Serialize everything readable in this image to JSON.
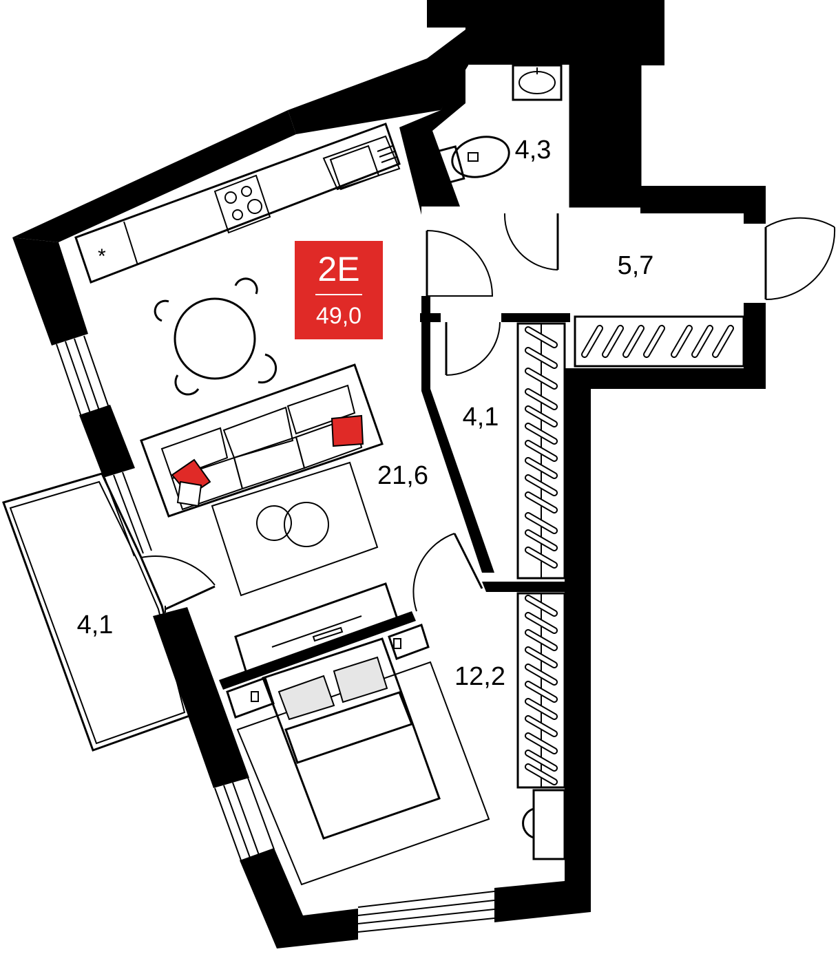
{
  "badge": {
    "code": "2E",
    "total_area": "49,0",
    "color": "#e02a27"
  },
  "rooms": {
    "living_room": "21,6",
    "bathroom": "4,3",
    "hallway": "5,7",
    "corridor": "4,1",
    "balcony": "4,1",
    "bedroom": "12,2"
  },
  "colors": {
    "wall": "#000000",
    "accent": "#e02a27",
    "pillow": "#e6e6e6"
  }
}
